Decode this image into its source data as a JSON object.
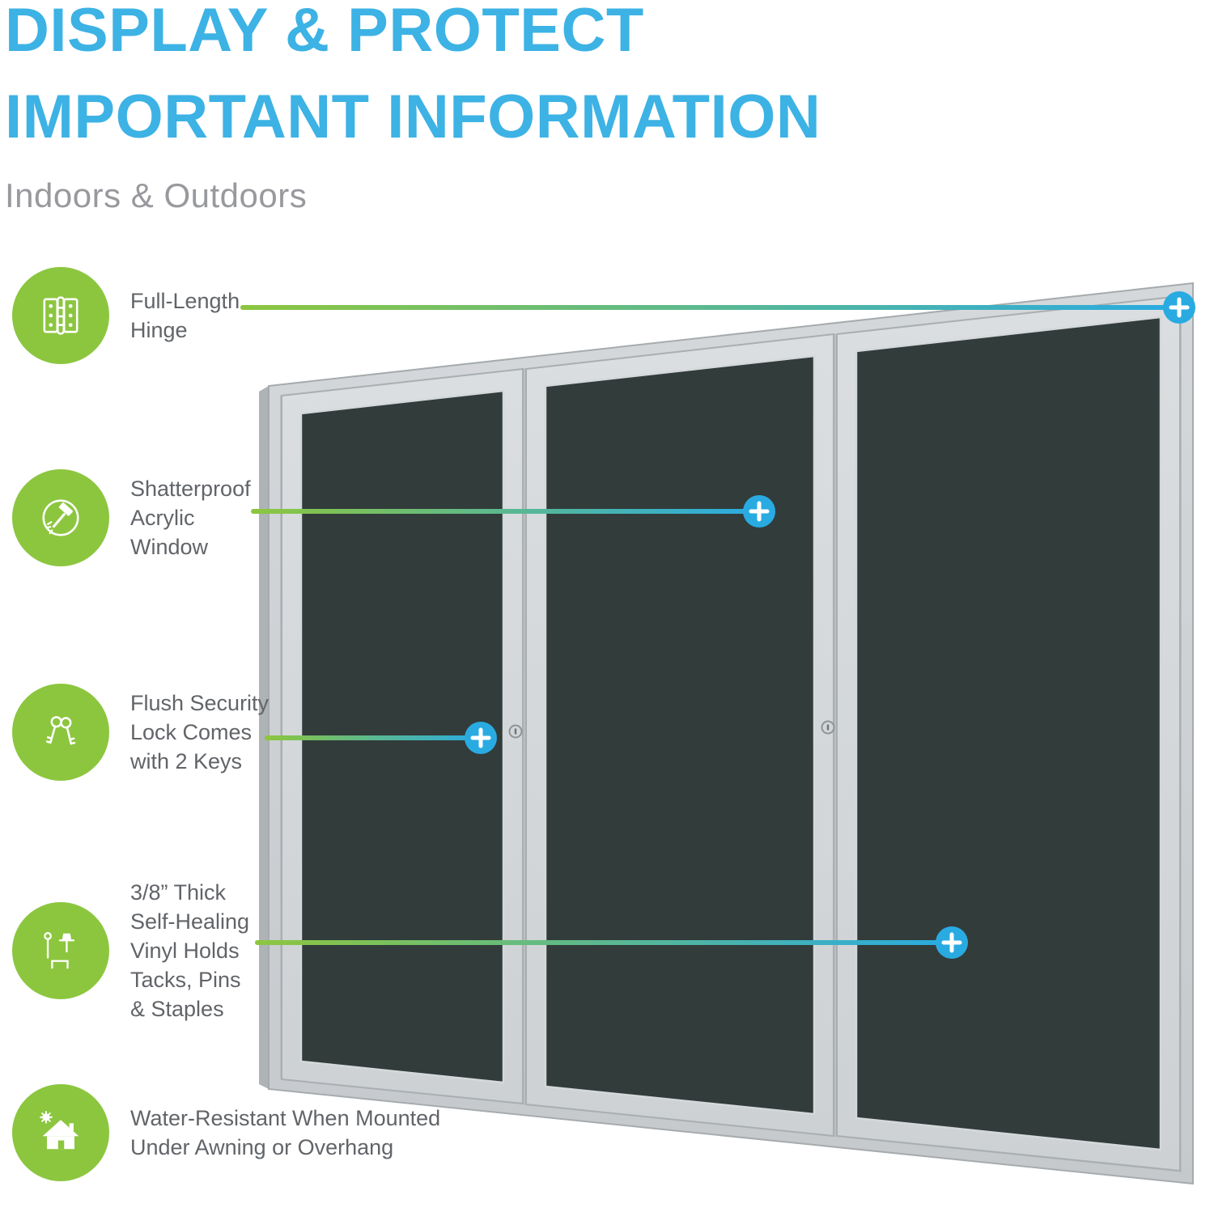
{
  "header": {
    "title_line1": "DISPLAY & PROTECT",
    "title_line2": "IMPORTANT INFORMATION",
    "subtitle": "Indoors & Outdoors"
  },
  "features": [
    {
      "icon": "hinge-icon",
      "label": "Full-Length\nHinge"
    },
    {
      "icon": "shatterproof-icon",
      "label": "Shatterproof\nAcrylic\nWindow"
    },
    {
      "icon": "keys-icon",
      "label": "Flush Security\nLock Comes\nwith 2 Keys"
    },
    {
      "icon": "pushpin-icon",
      "label": "3/8” Thick\nSelf-Healing\nVinyl Holds\nTacks, Pins\n& Staples"
    },
    {
      "icon": "house-icon",
      "label": "Water-Resistant When Mounted\nUnder Awning or Overhang"
    }
  ],
  "board": {
    "type": "enclosed bulletin board",
    "doors": 3,
    "locks": 2
  },
  "colors": {
    "accent_blue": "#3DB2E4",
    "accent_green": "#8CC63F",
    "marker_cyan": "#29ABE2",
    "label_gray": "#616468",
    "subtitle_gray": "#98999D",
    "board_frame_silver": "#CDD1D4",
    "board_panel_dark": "#323C3B"
  }
}
